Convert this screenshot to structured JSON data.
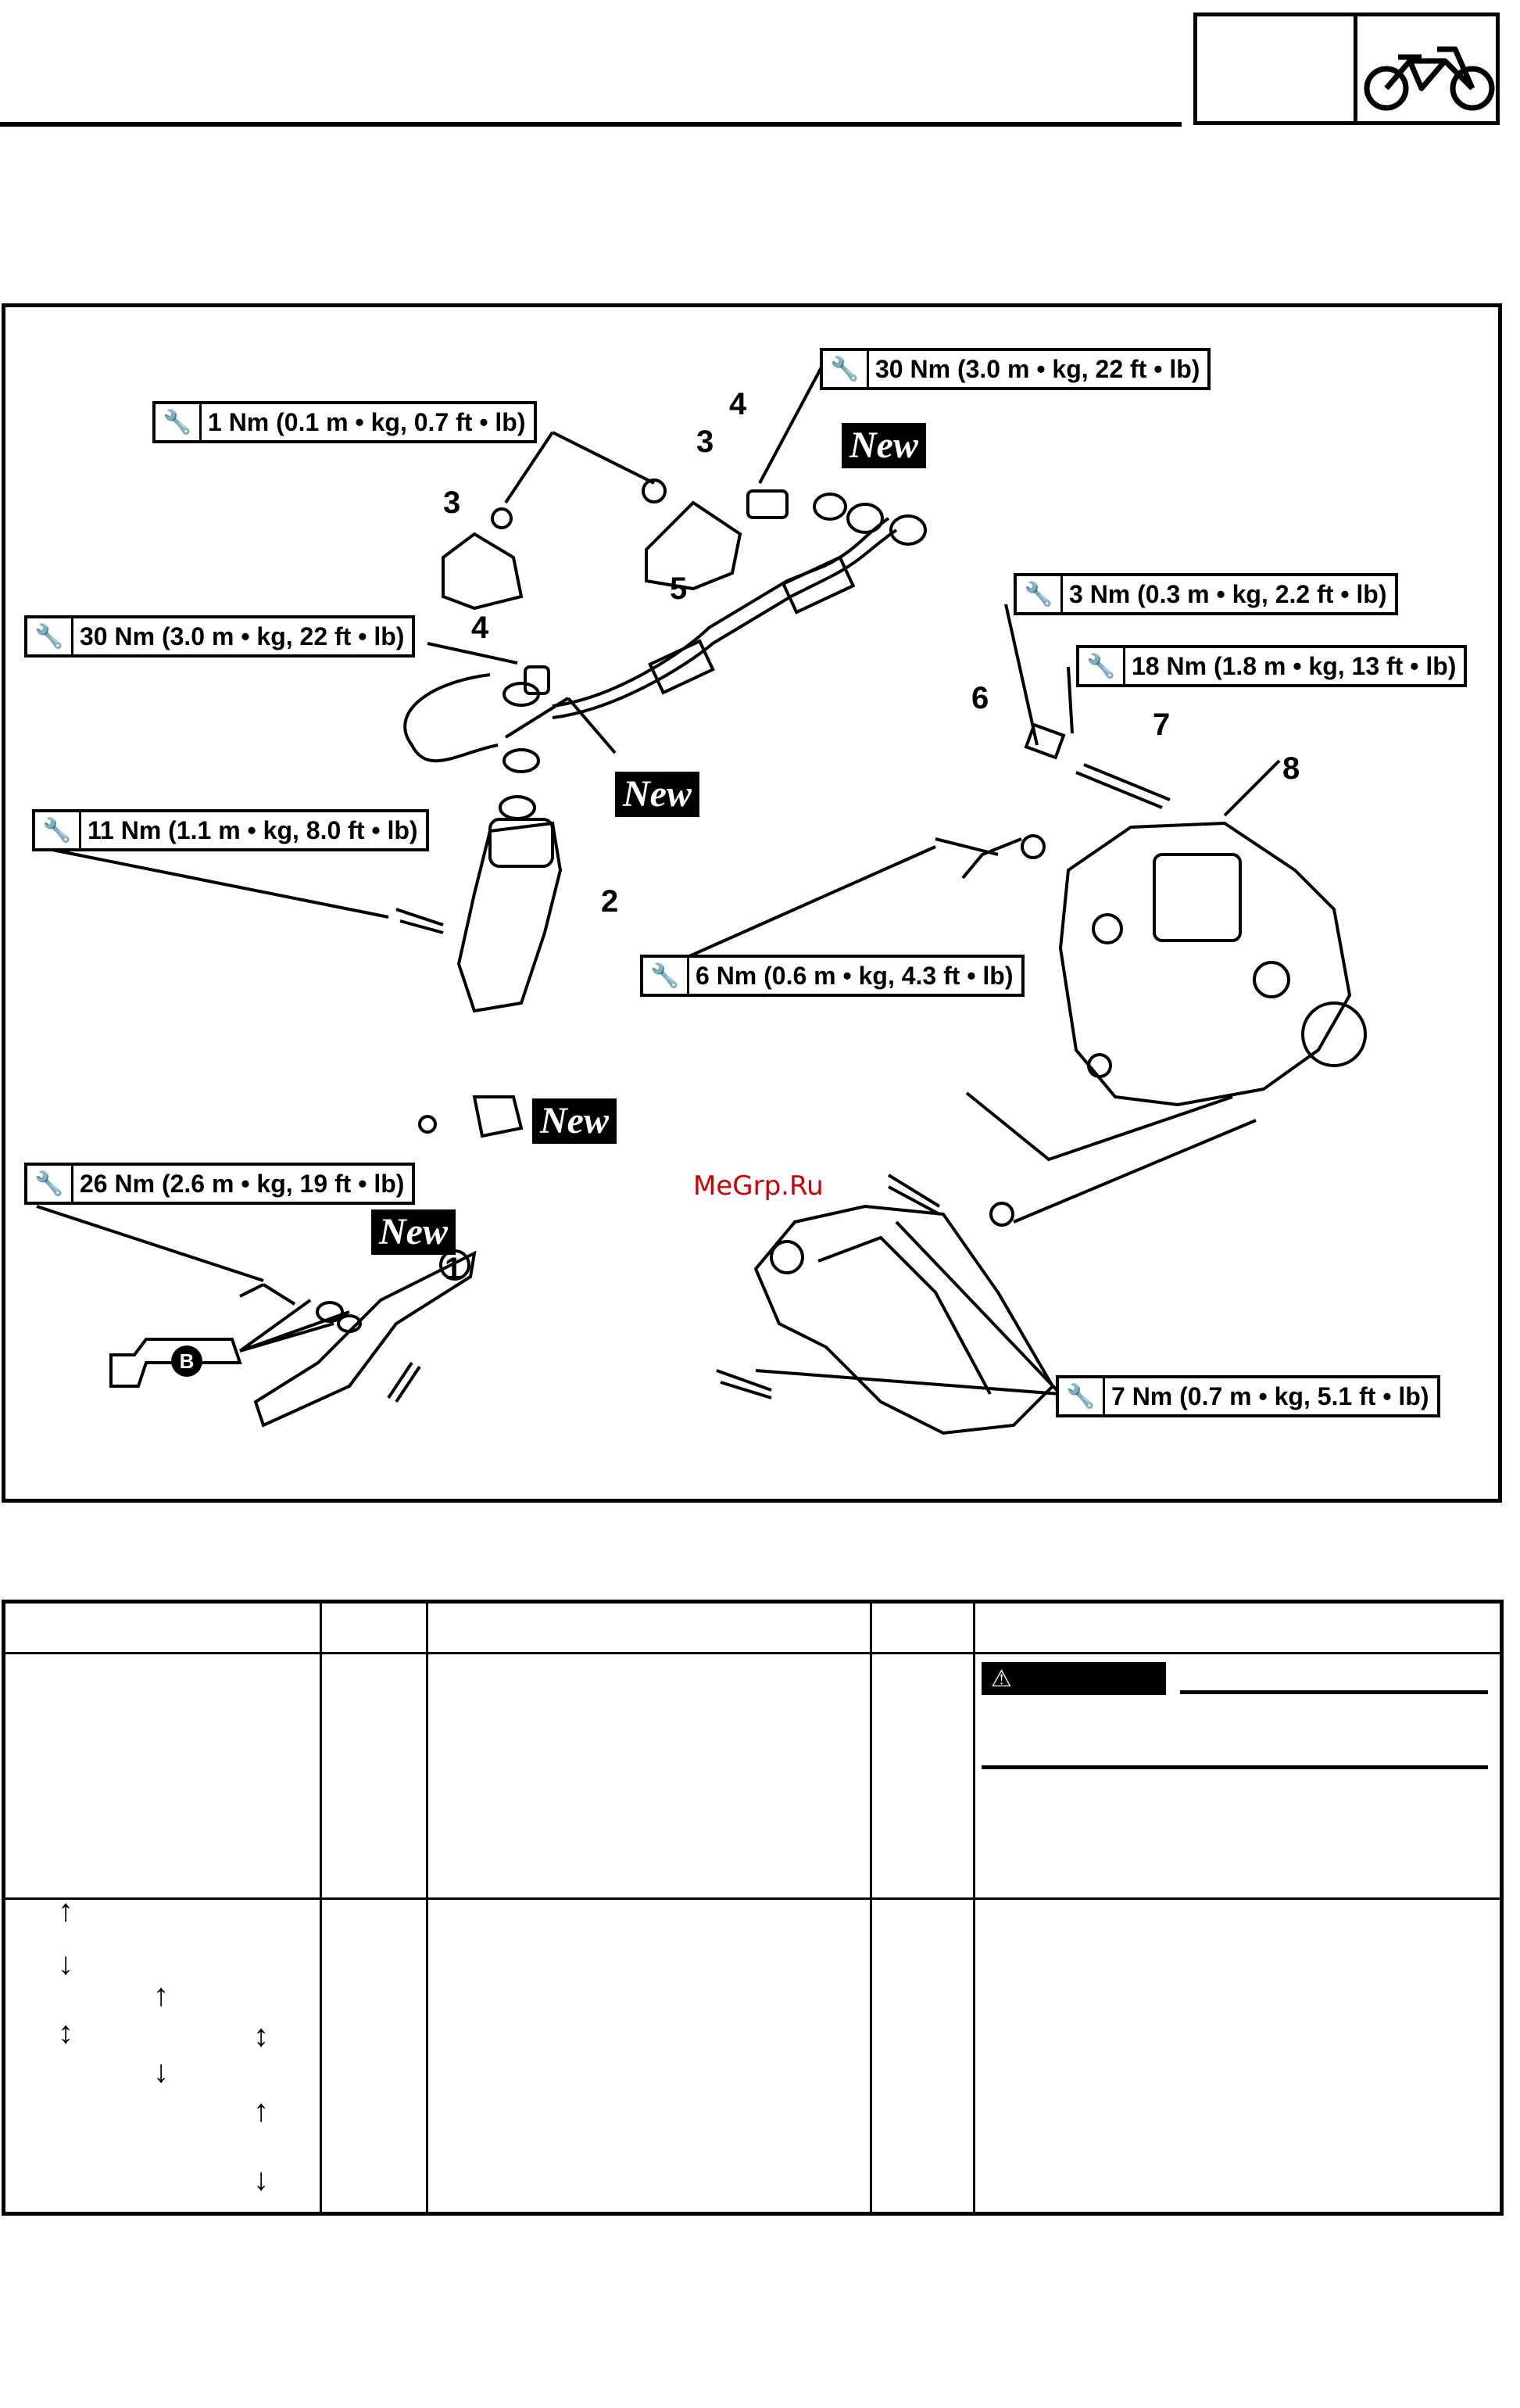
{
  "header": {
    "icon": "motorcycle-icon"
  },
  "diagram": {
    "torque_labels": [
      {
        "id": "t1",
        "text": "1 Nm (0.1 m • kg, 0.7 ft • lb)"
      },
      {
        "id": "t2",
        "text": "30 Nm (3.0 m • kg, 22 ft • lb)"
      },
      {
        "id": "t3",
        "text": "30 Nm (3.0 m • kg, 22 ft • lb)"
      },
      {
        "id": "t4",
        "text": "3 Nm (0.3 m • kg, 2.2 ft • lb)"
      },
      {
        "id": "t5",
        "text": "18 Nm (1.8 m • kg, 13 ft • lb)"
      },
      {
        "id": "t6",
        "text": "11 Nm (1.1 m • kg, 8.0 ft • lb)"
      },
      {
        "id": "t7",
        "text": "6 Nm (0.6 m • kg, 4.3 ft • lb)"
      },
      {
        "id": "t8",
        "text": "26 Nm (2.6 m • kg, 19 ft • lb)"
      },
      {
        "id": "t9",
        "text": "7 Nm (0.7 m • kg, 5.1 ft • lb)"
      }
    ],
    "part_numbers": [
      "1",
      "2",
      "3",
      "3",
      "4",
      "4",
      "5",
      "6",
      "7",
      "8"
    ],
    "new_badge": "New",
    "grease_marker": "B",
    "watermark": "MeGrp.Ru"
  },
  "table": {
    "warning_icon": "warning-triangle-icon",
    "arrows": [
      "↑",
      "↓",
      "↑",
      "↕",
      "↕",
      "↓",
      "↑",
      "↓"
    ]
  }
}
